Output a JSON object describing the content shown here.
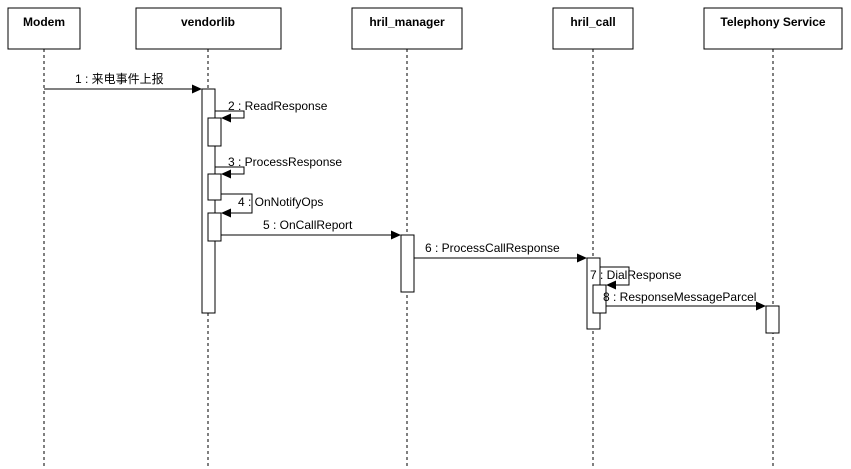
{
  "participants": [
    {
      "id": "modem",
      "label": "Modem"
    },
    {
      "id": "vendorlib",
      "label": "vendorlib"
    },
    {
      "id": "hril_manager",
      "label": "hril_manager"
    },
    {
      "id": "hril_call",
      "label": "hril_call"
    },
    {
      "id": "telephony",
      "label": "Telephony Service"
    }
  ],
  "messages": [
    {
      "label": "1 : 来电事件上报",
      "from": "Modem",
      "to": "vendorlib"
    },
    {
      "label": "2 : ReadResponse",
      "from": "vendorlib",
      "to": "vendorlib"
    },
    {
      "label": "3 : ProcessResponse",
      "from": "vendorlib",
      "to": "vendorlib"
    },
    {
      "label": "4 : OnNotifyOps",
      "from": "vendorlib",
      "to": "vendorlib"
    },
    {
      "label": "5 : OnCallReport",
      "from": "vendorlib",
      "to": "hril_manager"
    },
    {
      "label": "6 : ProcessCallResponse",
      "from": "hril_manager",
      "to": "hril_call"
    },
    {
      "label": "7 : DialResponse",
      "from": "hril_call",
      "to": "hril_call"
    },
    {
      "label": "8 : ResponseMessageParcel",
      "from": "hril_call",
      "to": "Telephony Service"
    }
  ]
}
